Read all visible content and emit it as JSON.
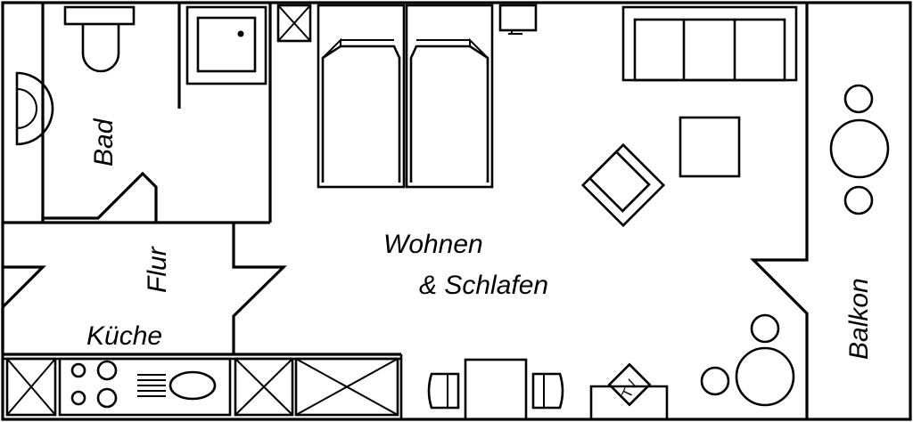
{
  "rooms": {
    "bathroom": "Bad",
    "hallway": "Flur",
    "kitchen": "Küche",
    "living_line1": "Wohnen",
    "living_line2": "& Schlafen",
    "balcony": "Balkon"
  },
  "furniture": {
    "tv_label": "TV"
  }
}
